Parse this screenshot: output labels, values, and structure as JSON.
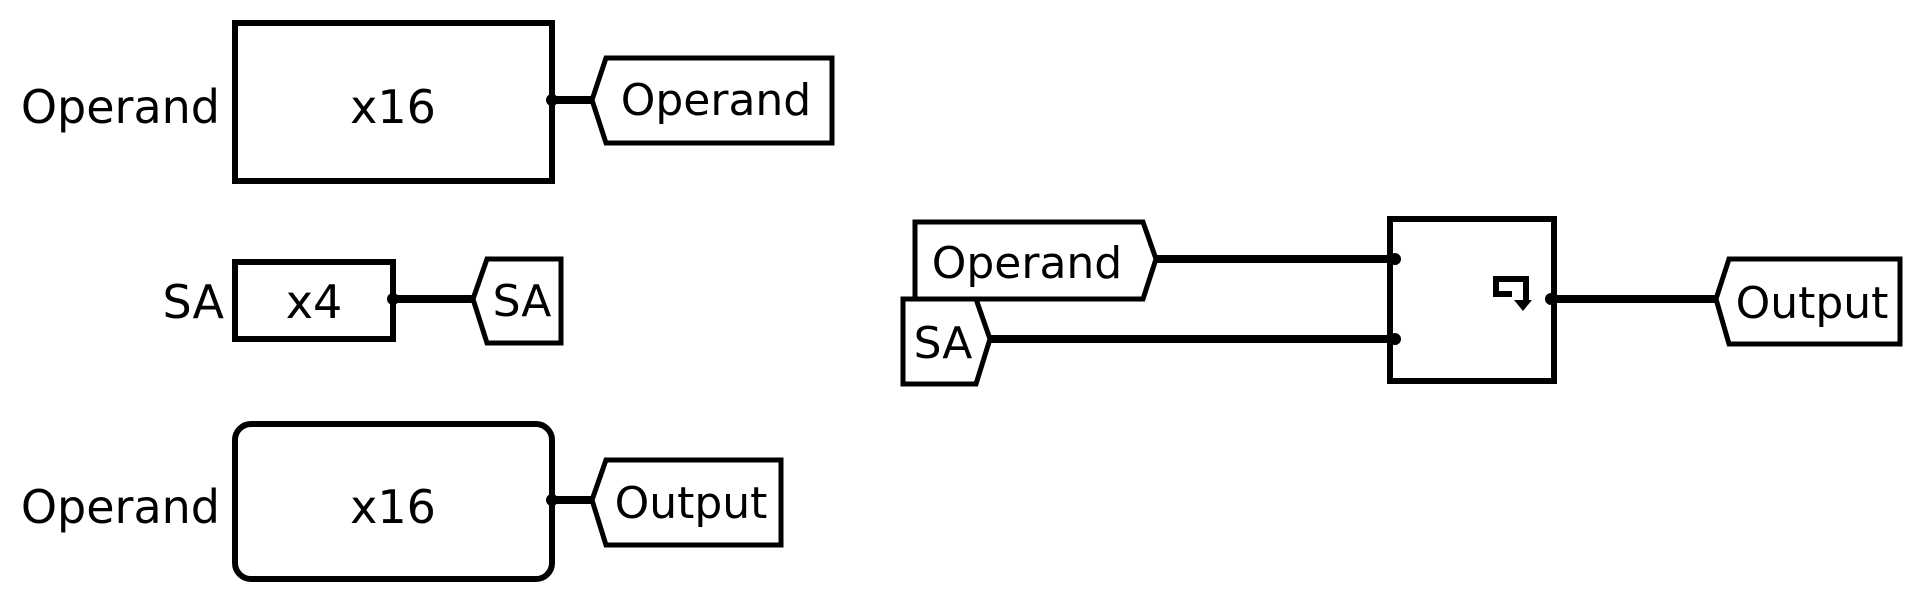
{
  "components": {
    "input_operand": {
      "outer_label": "Operand",
      "bus_width": "x16",
      "tunnel_label": "Operand"
    },
    "input_sa": {
      "outer_label": "SA",
      "bus_width": "x4",
      "tunnel_label": "SA"
    },
    "output_operand": {
      "outer_label": "Operand",
      "bus_width": "x16",
      "tunnel_label": "Output"
    }
  },
  "circuit": {
    "tunnel_operand": "Operand",
    "tunnel_sa": "SA",
    "shifter_icon": "shift-arrow-icon",
    "tunnel_output": "Output"
  },
  "colors": {
    "stroke": "#000000",
    "background": "#ffffff"
  }
}
